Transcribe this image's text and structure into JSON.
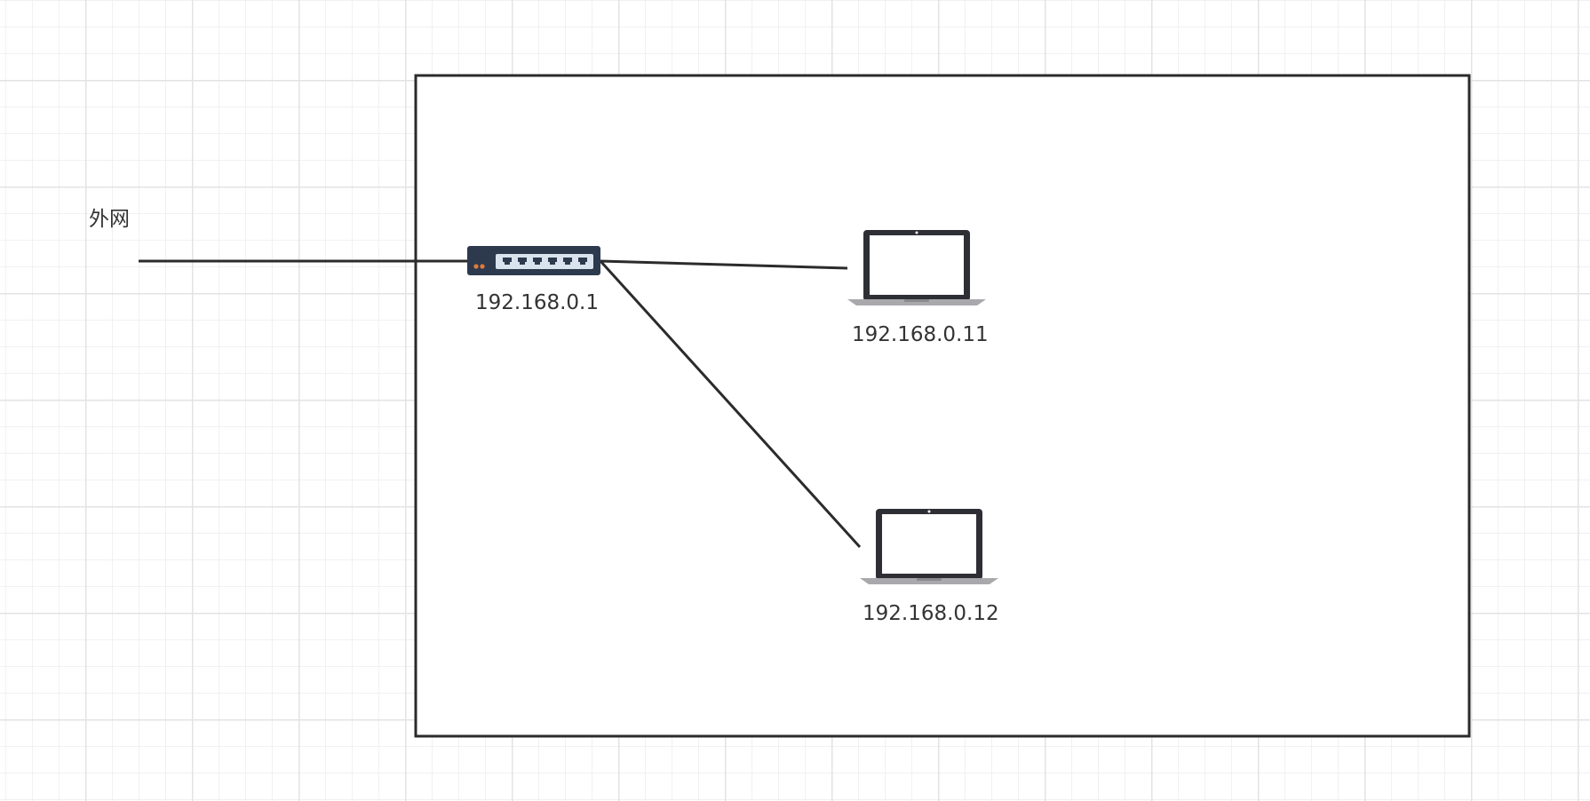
{
  "diagram": {
    "external_network_label": "外网",
    "router": {
      "icon": "network-switch-icon",
      "ip": "192.168.0.1"
    },
    "hosts": [
      {
        "icon": "laptop-icon",
        "ip": "192.168.0.11"
      },
      {
        "icon": "laptop-icon",
        "ip": "192.168.0.12"
      }
    ],
    "colors": {
      "line": "#2b2b2b",
      "boundary": "#2b2b2b",
      "device_dark": "#2d3a4d",
      "port_panel": "#d9e3ee",
      "led": "#e07a3a",
      "laptop_body": "#2e2e35",
      "laptop_base": "#a9a9ad"
    }
  }
}
